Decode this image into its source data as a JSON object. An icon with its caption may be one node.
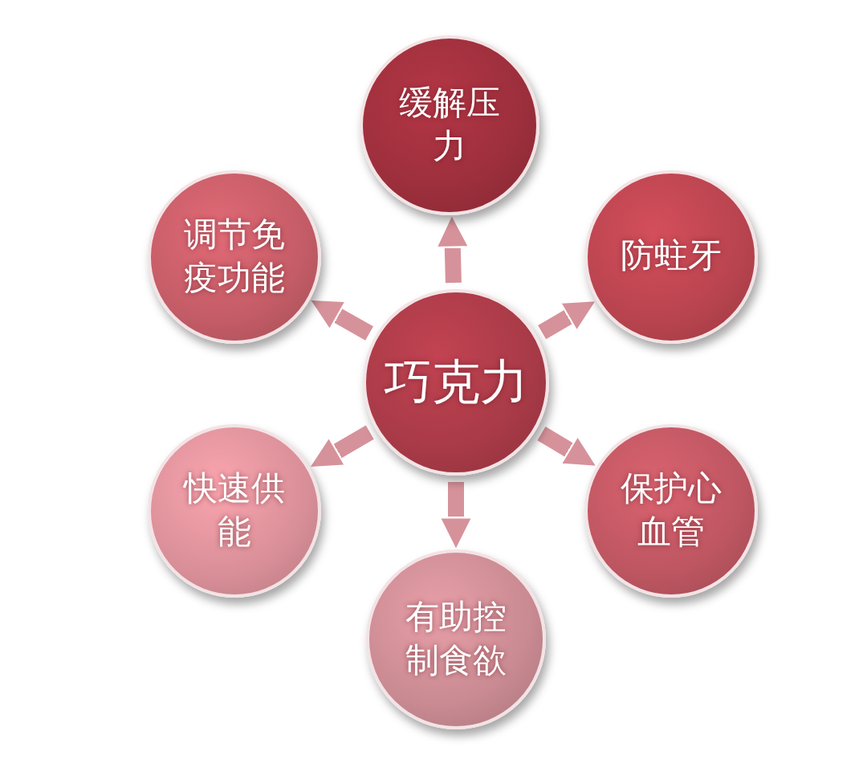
{
  "diagram": {
    "nodes": [
      {
        "text": [
          "巧克力"
        ]
      },
      {
        "text": [
          "缓解压力"
        ]
      },
      {
        "text": [
          "防蛀牙"
        ]
      },
      {
        "text": [
          "保护心血管"
        ]
      },
      {
        "text": [
          "有助控制食欲"
        ]
      },
      {
        "text": [
          "快速供能"
        ]
      },
      {
        "text": [
          "调节免疫功能"
        ]
      }
    ],
    "edges": [
      {
        "from": 0,
        "to": 1,
        "arrow": "to"
      },
      {
        "from": 0,
        "to": 2,
        "arrow": "to"
      },
      {
        "from": 0,
        "to": 3,
        "arrow": "to"
      },
      {
        "from": 0,
        "to": 4,
        "arrow": "to"
      },
      {
        "from": 0,
        "to": 5,
        "arrow": "to"
      },
      {
        "from": 0,
        "to": 6,
        "arrow": "to"
      }
    ]
  }
}
